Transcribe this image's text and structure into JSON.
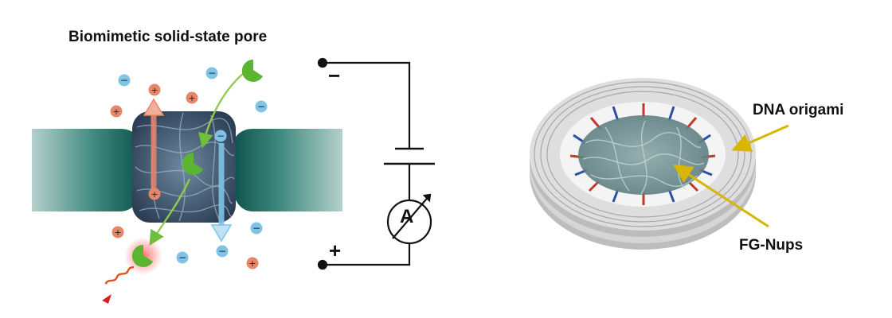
{
  "labels": {
    "title": "Biomimetic solid-state pore",
    "minus": "−",
    "plus": "+",
    "ammeter": "A",
    "dna_origami": "DNA origami",
    "fg_nups": "FG-Nups"
  },
  "ions": {
    "positive_symbol": "+",
    "negative_symbol": "−"
  },
  "colors": {
    "membrane_dark": "#0b4f47",
    "membrane_light": "#a8c9c3",
    "positive_ion": "#e8866a",
    "negative_ion": "#7fc3e6",
    "cargo_green": "#5bb531",
    "arrow_yellow": "#d8b600",
    "ring_grey": "#c9c9c9",
    "spoke_blue": "#2b4fa8",
    "spoke_red": "#c0392b",
    "circuit_line": "#111111"
  }
}
